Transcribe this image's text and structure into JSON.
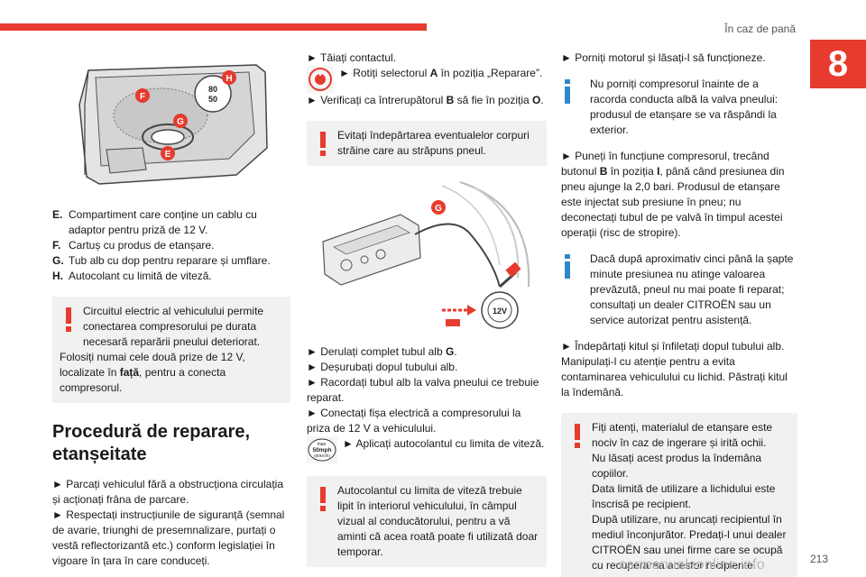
{
  "header": {
    "section_title": "În caz de pană",
    "chapter_number": "8",
    "page_number": "213"
  },
  "colors": {
    "accent": "#e63b2e",
    "box_bg": "#f1f1f1",
    "info_blue": "#2f88c8"
  },
  "col1": {
    "illustration_labels": {
      "F": "F",
      "H": "H",
      "G": "G",
      "E": "E",
      "speed_top": "80",
      "speed_bottom": "50"
    },
    "legend": [
      {
        "key": "E.",
        "text": "Compartiment care conține un cablu cu adaptor pentru priză de 12 V."
      },
      {
        "key": "F.",
        "text": "Cartuș cu produs de etanșare."
      },
      {
        "key": "G.",
        "text": "Tub alb cu dop pentru reparare și umflare."
      },
      {
        "key": "H.",
        "text": "Autocolant cu limită de viteză."
      }
    ],
    "warning_1": {
      "line_a": "Circuitul electric al vehiculului permite conectarea compresorului pe durata necesară reparării pneului deteriorat.",
      "line_b_pre": "Folosiți numai cele două prize de 12 V, localizate în ",
      "line_b_bold": "față",
      "line_b_post": ", pentru a conecta compresorul."
    },
    "heading": "Procedură de reparare, etanșeitate",
    "steps": [
      "► Parcați vehiculul fără a obstrucționa circulația și acționați frâna de parcare.",
      "► Respectați instrucțiunile de siguranță (semnal de avarie, triunghi de presemnalizare, purtați o vestă reflectorizantă etc.) conform legislației în vigoare în țara în care conduceți."
    ]
  },
  "col2": {
    "step_ignition": "► Tăiați contactul.",
    "step_selector_pre": "► Rotiți selectorul ",
    "step_selector_key": "A",
    "step_selector_post": " în poziția „Reparare”.",
    "step_switch_pre": "► Verificați ca întrerupătorul ",
    "step_switch_key": "B",
    "step_switch_mid": " să fie în poziția ",
    "step_switch_key2": "O",
    "step_switch_post": ".",
    "warning_2": "Evitați îndepărtarea eventualelor corpuri străine care au străpuns pneul.",
    "illustration_labels": {
      "G": "G",
      "plug": "12V"
    },
    "step_unroll_pre": "► Derulați complet tubul alb ",
    "step_unroll_key": "G",
    "step_unroll_post": ".",
    "step_unscrew": "► Deșurubați dopul tubului alb.",
    "step_connect_tube": "► Racordați tubul alb la valva pneului ce trebuie reparat.",
    "step_plug": "► Conectați fișa electrică a compresorului la priza de 12 V a vehiculului.",
    "step_sticker": "► Aplicați autocolantul cu limita de viteză.",
    "sticker_icon": {
      "line1": "max.",
      "line2": "50mph",
      "line3": "(80km/h)"
    },
    "warning_3": "Autocolantul cu limita de viteză trebuie lipit în interiorul vehiculului, în câmpul vizual al conducătorului, pentru a vă aminti că acea roată poate fi utilizată doar temporar."
  },
  "col3": {
    "step_engine": "► Porniți motorul și lăsați-l să funcționeze.",
    "info_1": "Nu porniți compresorul înainte de a racorda conducta albă la valva pneului: produsul de etanșare se va răspândi la exterior.",
    "step_compressor_pre": "► Puneți în funcțiune compresorul, trecând butonul ",
    "step_compressor_key": "B",
    "step_compressor_mid": " în poziția ",
    "step_compressor_key2": "I",
    "step_compressor_post": ", până când presiunea din pneu ajunge la 2,0 bari. Produsul de etanșare este injectat sub presiune în pneu; nu deconectați tubul de pe valvă în timpul acestei operații (risc de stropire).",
    "info_2": "Dacă după aproximativ cinci până la șapte minute presiunea nu atinge valoarea prevăzută, pneul nu mai poate fi reparat; consultați un dealer CITROËN sau un service autorizat pentru asistență.",
    "step_remove_kit": "► Îndepărtați kitul și înfiletați dopul tubului alb. Manipulați-l cu atenție pentru a evita contaminarea vehiculului cu lichid. Păstrați kitul la îndemână.",
    "warning_4_a": "Fiți atenți, materialul de etanșare este nociv în caz de ingerare și irită ochii.",
    "warning_4_b": "Nu lăsați acest produs la îndemâna copiilor.",
    "warning_4_c": "Data limită de utilizare a lichidului este înscrisă pe recipient.",
    "warning_4_d": "După utilizare, nu aruncați recipientul în mediul înconjurător. Predați-l unui dealer CITROËN sau unei firme care se ocupă cu recuperarea acestor recipiente."
  },
  "footer": {
    "watermark": "carmanualsonline.info"
  }
}
